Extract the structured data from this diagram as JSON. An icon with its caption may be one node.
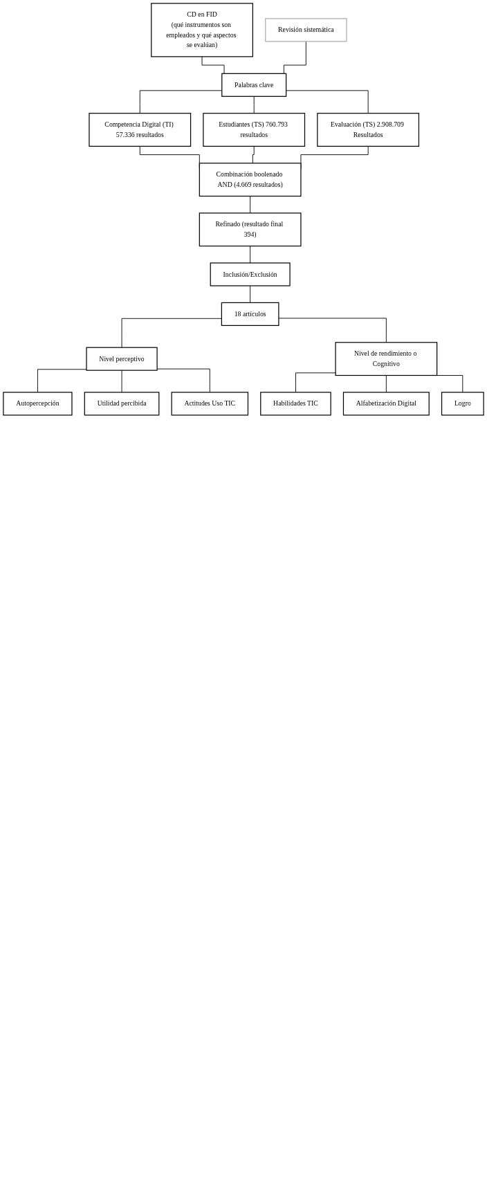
{
  "diagram": {
    "nodes": [
      {
        "text": [
          "CD en FID",
          "(qué instrumentos son empleados y qué aspectos se evalúan)"
        ]
      },
      {
        "text": [
          "Revisión sistemática"
        ]
      },
      {
        "text": [
          "Palabras clave"
        ]
      },
      {
        "text": [
          "Competencia Digital (TI) 57.336 resultados"
        ]
      },
      {
        "text": [
          "Estudiantes (TS) 760.793 resultados"
        ]
      },
      {
        "text": [
          "Evaluación (TS) 2.908.709 Resultados"
        ]
      },
      {
        "text": [
          "Combinación boolenado AND (4.669 resultados)"
        ]
      },
      {
        "text": [
          "Refinado (resultado final 394)"
        ]
      },
      {
        "text": [
          "Inclusión/Exclusión"
        ]
      },
      {
        "text": [
          "18 artículos"
        ]
      },
      {
        "text": [
          "Nivel perceptivo"
        ]
      },
      {
        "text": [
          "Nivel de rendimiento o Cognitivo"
        ]
      },
      {
        "text": [
          "Autopercepción"
        ]
      },
      {
        "text": [
          "Utilidad percibida"
        ]
      },
      {
        "text": [
          "Actitudes Uso TIC"
        ]
      },
      {
        "text": [
          "Habilidades TIC"
        ]
      },
      {
        "text": [
          "Alfabetización Digital"
        ]
      },
      {
        "text": [
          "Logro"
        ]
      }
    ],
    "edges": [
      {
        "from": 0,
        "to": 2,
        "arrow": "none"
      },
      {
        "from": 1,
        "to": 2,
        "arrow": "none"
      },
      {
        "from": 2,
        "to": 3,
        "arrow": "none"
      },
      {
        "from": 2,
        "to": 4,
        "arrow": "none"
      },
      {
        "from": 2,
        "to": 5,
        "arrow": "none"
      },
      {
        "from": 3,
        "to": 6,
        "arrow": "none"
      },
      {
        "from": 4,
        "to": 6,
        "arrow": "none"
      },
      {
        "from": 5,
        "to": 6,
        "arrow": "none"
      },
      {
        "from": 6,
        "to": 7,
        "arrow": "none"
      },
      {
        "from": 7,
        "to": 8,
        "arrow": "none"
      },
      {
        "from": 8,
        "to": 9,
        "arrow": "none"
      },
      {
        "from": 9,
        "to": 10,
        "arrow": "none"
      },
      {
        "from": 9,
        "to": 11,
        "arrow": "none"
      },
      {
        "from": 10,
        "to": 12,
        "arrow": "none"
      },
      {
        "from": 10,
        "to": 13,
        "arrow": "none"
      },
      {
        "from": 10,
        "to": 14,
        "arrow": "none"
      },
      {
        "from": 11,
        "to": 15,
        "arrow": "none"
      },
      {
        "from": 11,
        "to": 16,
        "arrow": "none"
      },
      {
        "from": 11,
        "to": 17,
        "arrow": "none"
      }
    ]
  }
}
